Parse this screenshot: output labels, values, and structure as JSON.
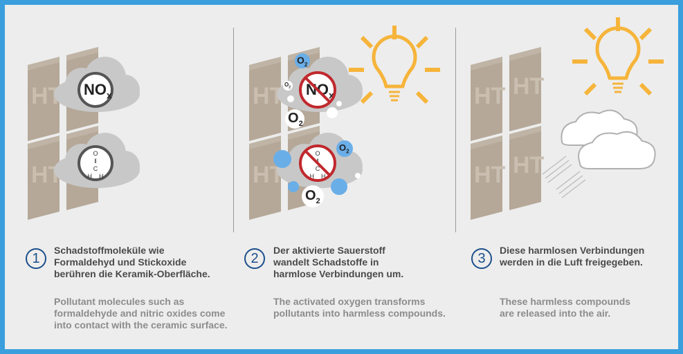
{
  "tile_label": "HT",
  "molecules": {
    "nox_main": "NO",
    "nox_sub": "x",
    "o2_main": "O",
    "o2_sub": "2",
    "formaldehyde": {
      "o": "O",
      "c": "C",
      "h": "H"
    }
  },
  "steps": [
    {
      "number": "1",
      "de": [
        "Schadstoffmoleküle wie",
        "Formaldehyd und Stickoxide",
        "berühren die Keramik-Oberfläche."
      ],
      "en": [
        "Pollutant molecules such as",
        "formaldehyde and nitric oxides come",
        "into contact with the ceramic surface."
      ]
    },
    {
      "number": "2",
      "de": [
        "Der aktivierte Sauerstoff",
        "wandelt Schadstoffe in",
        "harmlose Verbindungen um."
      ],
      "en": [
        "The activated oxygen transforms",
        "pollutants into harmless compounds."
      ]
    },
    {
      "number": "3",
      "de": [
        "Diese harmlosen Verbindungen",
        "werden in die Luft freigegeben."
      ],
      "en": [
        "These harmless compounds",
        "are released into the air."
      ]
    }
  ],
  "colors": {
    "frame": "#3a9fdc",
    "background": "#ededed",
    "tile": "#b5a898",
    "cloud": "#c8c8c8",
    "sun": "#f6b43a",
    "prohibit": "#c0282d",
    "bubble": "#6aaee8",
    "step_number": "#1c4f8a"
  }
}
